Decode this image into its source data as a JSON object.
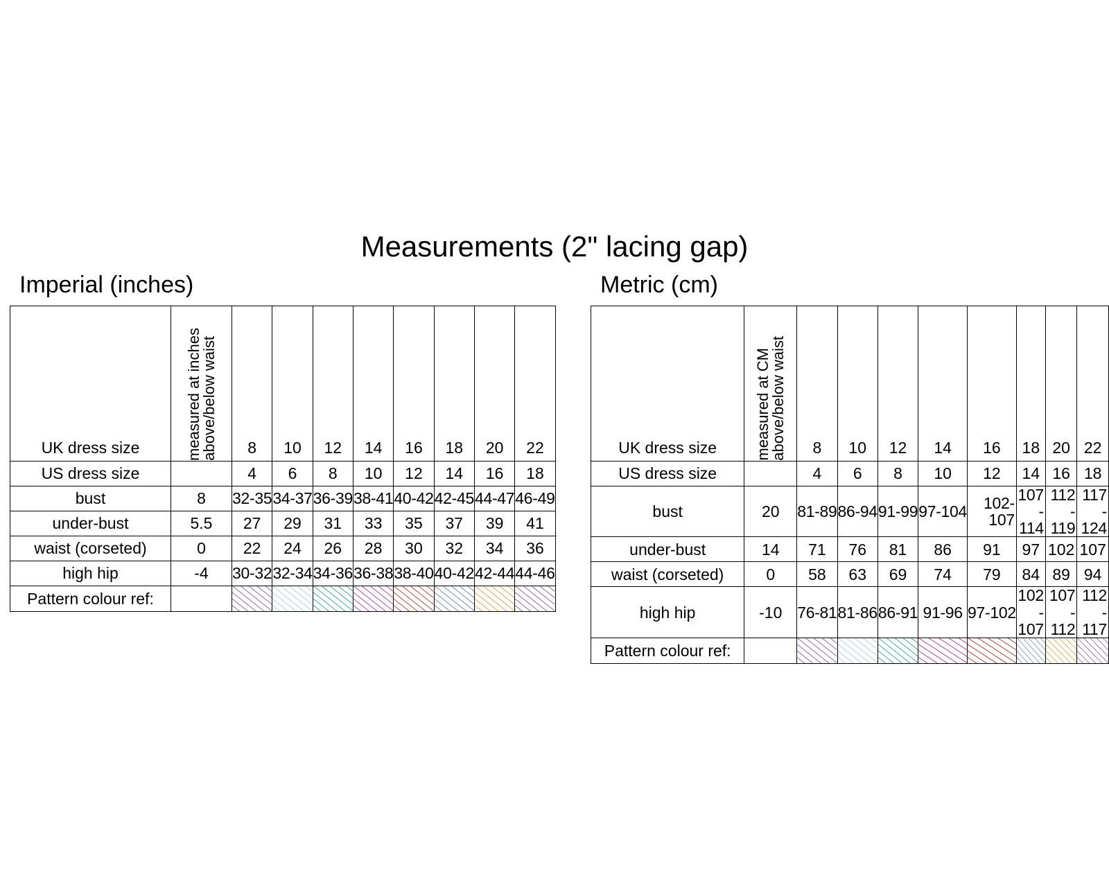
{
  "title": "Measurements (2\" lacing gap)",
  "tables": [
    {
      "id": "imperial",
      "heading": "Imperial (inches)",
      "vertical_note_line1": "measured at inches",
      "vertical_note_line2": "above/below waist",
      "rows": [
        {
          "label": "UK dress size",
          "note": "",
          "values": [
            "8",
            "10",
            "12",
            "14",
            "16",
            "18",
            "20",
            "22"
          ]
        },
        {
          "label": "US dress size",
          "note": "",
          "values": [
            "4",
            "6",
            "8",
            "10",
            "12",
            "14",
            "16",
            "18"
          ]
        },
        {
          "label": "bust",
          "note": "8",
          "values": [
            "32-35",
            "34-37",
            "36-39",
            "38-41",
            "40-42",
            "42-45",
            "44-47",
            "46-49"
          ]
        },
        {
          "label": "under-bust",
          "note": "5.5",
          "values": [
            "27",
            "29",
            "31",
            "33",
            "35",
            "37",
            "39",
            "41"
          ]
        },
        {
          "label": "waist (corseted)",
          "note": "0",
          "values": [
            "22",
            "24",
            "26",
            "28",
            "30",
            "32",
            "34",
            "36"
          ]
        },
        {
          "label": "high hip",
          "note": "-4",
          "values": [
            "30-32",
            "32-34",
            "34-36",
            "36-38",
            "38-40",
            "40-42",
            "42-44",
            "44-46"
          ]
        }
      ],
      "colour_ref_label": "Pattern colour ref:"
    },
    {
      "id": "metric",
      "heading": "Metric (cm)",
      "vertical_note_line1": "measured at CM",
      "vertical_note_line2": "above/below  waist",
      "rows": [
        {
          "label": "UK dress size",
          "note": "",
          "values": [
            "8",
            "10",
            "12",
            "14",
            "16",
            "18",
            "20",
            "22"
          ]
        },
        {
          "label": "US dress size",
          "note": "",
          "values": [
            "4",
            "6",
            "8",
            "10",
            "12",
            "14",
            "16",
            "18"
          ]
        },
        {
          "label": "bust",
          "note": "20",
          "values": [
            "81-89",
            "86-94",
            "91-99",
            "97-104",
            "102-107",
            "107-114",
            "112-119",
            "117-124"
          ]
        },
        {
          "label": "under-bust",
          "note": "14",
          "values": [
            "71",
            "76",
            "81",
            "86",
            "91",
            "97",
            "102",
            "107"
          ]
        },
        {
          "label": "waist (corseted)",
          "note": "0",
          "values": [
            "58",
            "63",
            "69",
            "74",
            "79",
            "84",
            "89",
            "94"
          ]
        },
        {
          "label": "high hip",
          "note": "-10",
          "values": [
            "76-81",
            "81-86",
            "86-91",
            "91-96",
            "97-102",
            "102-107",
            "107-112",
            "112-117"
          ]
        }
      ],
      "colour_ref_label": "Pattern colour ref:"
    }
  ],
  "pattern_colours": [
    "#7b4fa3",
    "#9ecfe0",
    "#1f9e78",
    "#a3309a",
    "#a8331f",
    "#5b7fae",
    "#d99a2b",
    "#7b4fa3"
  ]
}
